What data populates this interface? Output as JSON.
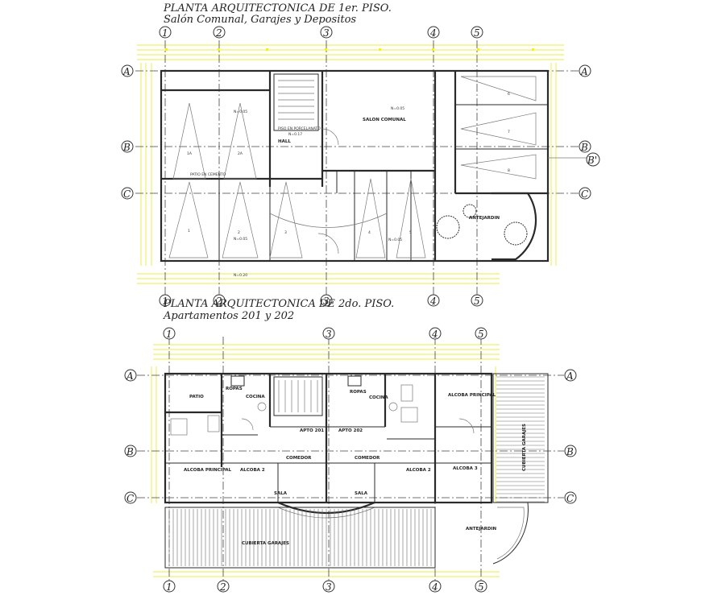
{
  "plan1": {
    "title_line1": "PLANTA ARQUITECTONICA DE 1er. PISO.",
    "title_line2": "Salón Comunal, Garajes y Depositos",
    "rooms": {
      "salon": "SALON COMUNAL",
      "hall": "HALL",
      "piso_pozo": "PISO EN PORCELANATO",
      "patio_cemento": "PATIO EN CEMENTO",
      "antejardin": "ANTEJARDIN"
    },
    "levels": {
      "l1": "N=0.05",
      "l2": "N=0.05",
      "l3": "N=0.17",
      "l4": "N=0.05",
      "l5": "N=0.05",
      "l6": "N=0.20"
    },
    "garages": [
      "1",
      "2",
      "3",
      "4",
      "5",
      "1A",
      "2A"
    ],
    "deposits": [
      "6",
      "7",
      "8"
    ]
  },
  "plan2": {
    "title_line1": "PLANTA ARQUITECTONICA DE 2do. PISO.",
    "title_line2": "Apartamentos 201 y 202",
    "rooms": {
      "patio": "PATIO",
      "ropas1": "ROPAS",
      "cocina1": "COCINA",
      "ropas2": "ROPAS",
      "cocina2": "COCINA",
      "apto201": "APTO 201",
      "apto202": "APTO 202",
      "alcoba_principal_r": "ALCOBA PRINCIPAL",
      "alcoba_principal_l": "ALCOBA PRINCIPAL",
      "alcoba2_l": "ALCOBA 2",
      "comedor_l": "COMEDOR",
      "comedor_r": "COMEDOR",
      "alcoba2_r": "ALCOBA 2",
      "alcoba3": "ALCOBA 3",
      "sala_l": "SALA",
      "sala_r": "SALA",
      "cubierta_garajes": "CUBIERTA GARAJES",
      "cubierta_terraza": "CUBIERTA GARAJES",
      "antejardin": "ANTEJARDIN"
    }
  },
  "axes": {
    "cols": [
      "1",
      "2",
      "3",
      "4",
      "5"
    ],
    "rows": [
      "A",
      "B",
      "C"
    ],
    "extra": "B'"
  }
}
